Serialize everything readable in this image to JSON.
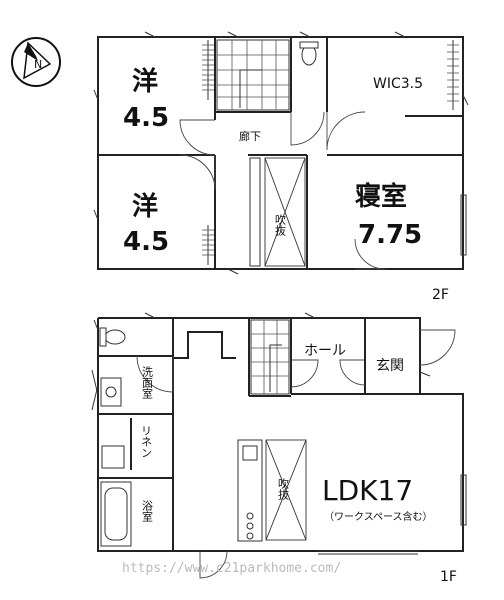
{
  "floors": {
    "second": {
      "label": "2F",
      "rooms": {
        "western_top": {
          "name": "洋",
          "size": "4.5"
        },
        "western_bottom": {
          "name": "洋",
          "size": "4.5"
        },
        "wic": {
          "name": "WIC3.5"
        },
        "hallway": {
          "name": "廊下"
        },
        "void": {
          "name": "吹抜"
        },
        "bedroom": {
          "name": "寝室",
          "size": "7.75"
        }
      }
    },
    "first": {
      "label": "1F",
      "rooms": {
        "hall": {
          "name": "ホール"
        },
        "entrance": {
          "name": "玄関"
        },
        "washroom": {
          "name": "洗面室"
        },
        "linen": {
          "name": "リネン"
        },
        "bathroom": {
          "name": "浴室"
        },
        "void": {
          "name": "吹抜"
        },
        "ldk": {
          "name": "LDK17",
          "note": "（ワークスペース含む）"
        }
      }
    }
  },
  "compass": {
    "letter": "N"
  },
  "watermark": "https://www.c21parkhome.com/"
}
